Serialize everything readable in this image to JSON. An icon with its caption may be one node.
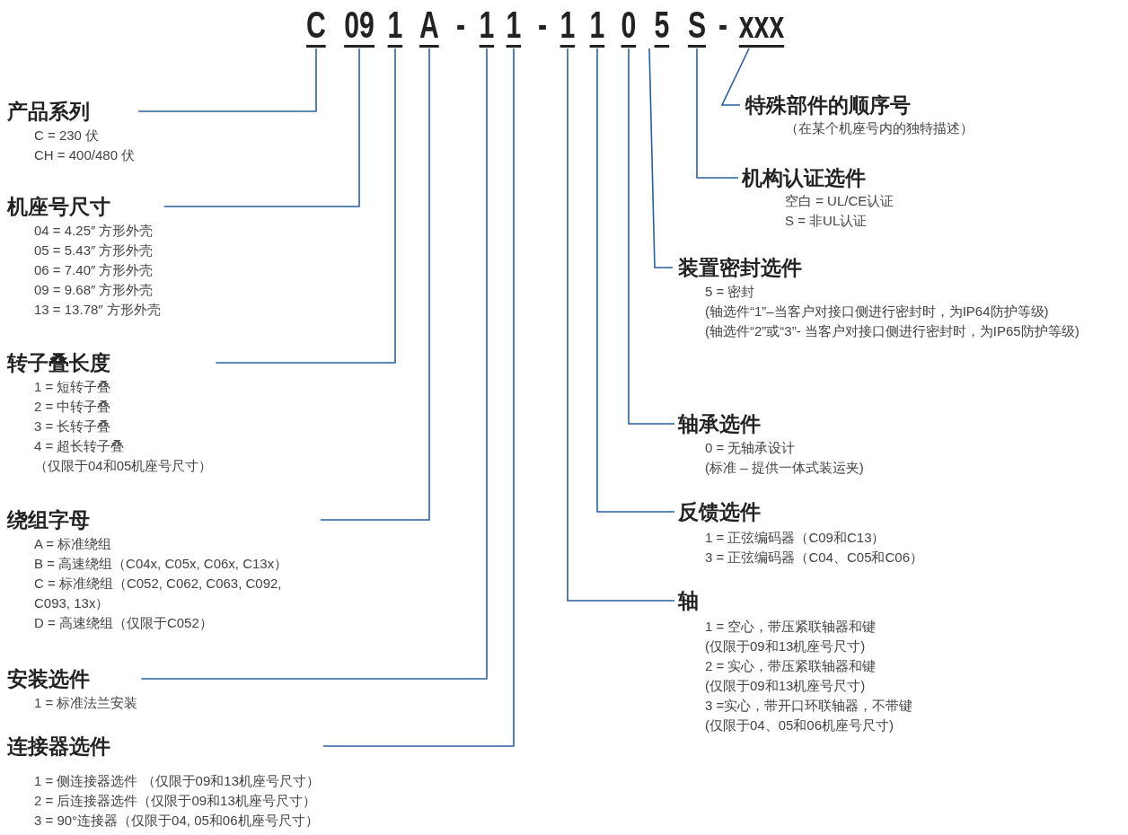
{
  "diagram": {
    "nodes": [
      {
        "text": [
          "C"
        ]
      },
      {
        "text": [
          "09"
        ]
      },
      {
        "text": [
          "1"
        ]
      },
      {
        "text": [
          "A"
        ]
      },
      {
        "text": [
          "1"
        ]
      },
      {
        "text": [
          "1"
        ]
      },
      {
        "text": [
          "1"
        ]
      },
      {
        "text": [
          "1"
        ]
      },
      {
        "text": [
          "0"
        ]
      },
      {
        "text": [
          "5"
        ]
      },
      {
        "text": [
          "S"
        ]
      },
      {
        "text": [
          "xxx"
        ]
      },
      {
        "text": [
          "产品系列",
          "C = 230 伏",
          "CH = 400/480  伏"
        ]
      },
      {
        "text": [
          "机座号尺寸",
          "04 = 4.25″ 方形外壳",
          "05 = 5.43″ 方形外壳",
          "06 = 7.40″ 方形外壳",
          "09 = 9.68″ 方形外壳",
          "13 = 13.78″ 方形外壳"
        ]
      },
      {
        "text": [
          "转子叠长度",
          "1 = 短转子叠",
          "2 = 中转子叠",
          "3 = 长转子叠",
          "4 = 超长转子叠",
          "（仅限于04和05机座号尺寸）"
        ]
      },
      {
        "text": [
          "绕组字母",
          "A = 标准绕组",
          "B = 高速绕组（C04x, C05x, C06x, C13x）",
          "C = 标准绕组（C052, C062, C063, C092, C093, 13x）",
          "D = 高速绕组（仅限于C052）"
        ]
      },
      {
        "text": [
          "安装选件",
          "1 = 标准法兰安装"
        ]
      },
      {
        "text": [
          "连接器选件",
          "1 = 侧连接器选件 （仅限于09和13机座号尺寸）",
          "2 = 后连接器选件（仅限于09和13机座号尺寸）",
          "3 = 90°连接器（仅限于04, 05和06机座号尺寸）"
        ]
      },
      {
        "text": [
          "特殊部件的顺序号",
          "（在某个机座号内的独特描述）"
        ]
      },
      {
        "text": [
          "机构认证选件",
          "空白 = UL/CE认证",
          "S = 非UL认证"
        ]
      },
      {
        "text": [
          "装置密封选件",
          "5 = 密封",
          "(轴选件“1”–当客户对接口侧进行密封时，为IP64防护等级)",
          "(轴选件“2”或“3”- 当客户对接口侧进行密封时，为IP65防护等级)"
        ]
      },
      {
        "text": [
          "轴承选件",
          "0 = 无轴承设计",
          "(标准 – 提供一体式装运夹)"
        ]
      },
      {
        "text": [
          "反馈选件",
          "1 = 正弦编码器（C09和C13）",
          "3 = 正弦编码器（C04、C05和C06）"
        ]
      },
      {
        "text": [
          "轴",
          "1 = 空心，带压紧联轴器和键",
          "(仅限于09和13机座号尺寸)",
          "2 = 实心，带压紧联轴器和键",
          "(仅限于09和13机座号尺寸)",
          "3 =实心，带开口环联轴器，不带键",
          "(仅限于04、05和06机座号尺寸)"
        ]
      }
    ],
    "edges": [
      {
        "from": 12,
        "to": 0,
        "arrow": "none"
      },
      {
        "from": 13,
        "to": 1,
        "arrow": "none"
      },
      {
        "from": 14,
        "to": 2,
        "arrow": "none"
      },
      {
        "from": 15,
        "to": 3,
        "arrow": "none"
      },
      {
        "from": 16,
        "to": 4,
        "arrow": "none"
      },
      {
        "from": 17,
        "to": 5,
        "arrow": "none"
      },
      {
        "from": 18,
        "to": 11,
        "arrow": "none"
      },
      {
        "from": 19,
        "to": 10,
        "arrow": "none"
      },
      {
        "from": 20,
        "to": 9,
        "arrow": "none"
      },
      {
        "from": 21,
        "to": 8,
        "arrow": "none"
      },
      {
        "from": 22,
        "to": 7,
        "arrow": "none"
      },
      {
        "from": 23,
        "to": 6,
        "arrow": "none"
      }
    ],
    "labels": [
      "-",
      "-",
      "-"
    ]
  }
}
